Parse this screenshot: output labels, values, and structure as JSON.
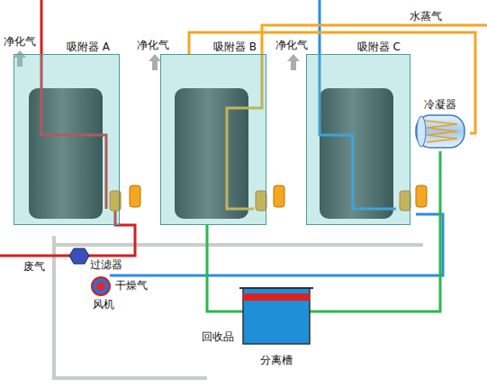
{
  "diagram": {
    "nodes": [
      {
        "text": [
          "吸附器 A"
        ]
      },
      {
        "text": [
          "吸附器 B"
        ]
      },
      {
        "text": [
          "吸附器 C"
        ]
      },
      {
        "text": [
          "冷凝器"
        ]
      },
      {
        "text": [
          "分离槽"
        ]
      }
    ],
    "edges": [
      {
        "from": 1,
        "to": 3,
        "arrow": "none"
      },
      {
        "from": 3,
        "to": 4,
        "arrow": "none"
      },
      {
        "from": 1,
        "to": 4,
        "arrow": "none"
      }
    ],
    "labels": [
      "净化气",
      "净化气",
      "净化气",
      "水蒸气",
      "废气",
      "过滤器",
      "干燥气",
      "风机",
      "回收品"
    ]
  }
}
